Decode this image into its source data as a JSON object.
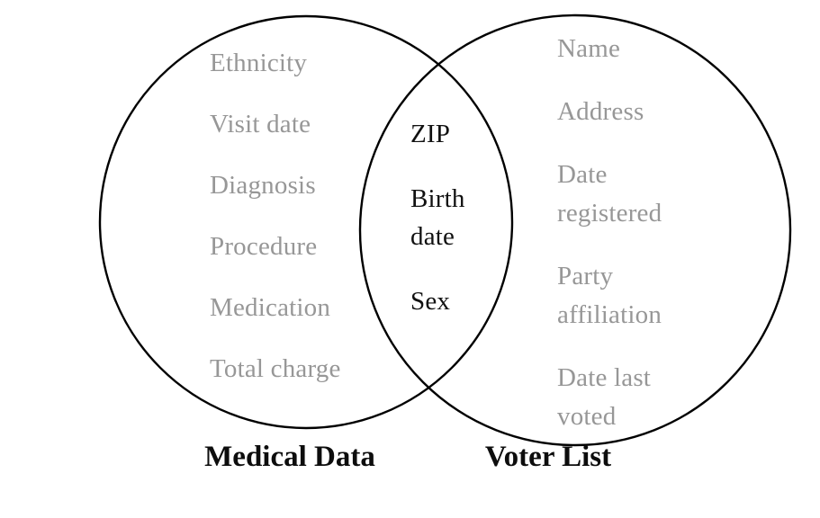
{
  "diagram": {
    "type": "venn",
    "left_circle": {
      "label": "Medical Data",
      "items": [
        "Ethnicity",
        "Visit date",
        "Diagnosis",
        "Procedure",
        "Medication",
        "Total charge"
      ]
    },
    "intersection": {
      "items": [
        "ZIP",
        "Birth\ndate",
        "Sex"
      ]
    },
    "right_circle": {
      "label": "Voter List",
      "items": [
        "Name",
        "Address",
        "Date\nregistered",
        "Party\naffiliation",
        "Date last\nvoted"
      ]
    },
    "colors": {
      "background": "#ffffff",
      "circle_stroke": "#000000",
      "item_text": "#979797",
      "intersection_text": "#111111",
      "label_text": "#0d0d0d"
    }
  }
}
